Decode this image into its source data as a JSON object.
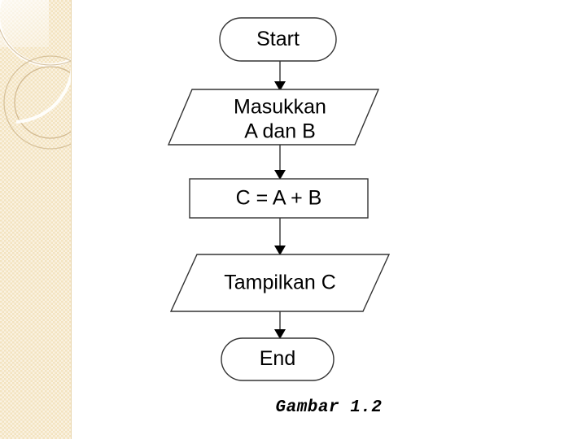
{
  "slide": {
    "background_color": "#ffffff",
    "sidebar": {
      "color": "#f3e3bf",
      "accent_color": "#e0c896",
      "highlight_color": "#fffaf0"
    }
  },
  "caption": {
    "text": "Gambar 1.2"
  },
  "chart_data": {
    "type": "diagram",
    "diagram_kind": "flowchart",
    "title": "Gambar 1.2",
    "orientation": "top-to-bottom",
    "nodes": [
      {
        "id": "start",
        "label": "Start",
        "shape": "terminator"
      },
      {
        "id": "input",
        "label": "Masukkan\nA dan B",
        "shape": "parallelogram"
      },
      {
        "id": "process",
        "label": "C = A + B",
        "shape": "rectangle"
      },
      {
        "id": "output",
        "label": "Tampilkan C",
        "shape": "parallelogram"
      },
      {
        "id": "end",
        "label": "End",
        "shape": "terminator"
      }
    ],
    "edges": [
      {
        "from": "start",
        "to": "input"
      },
      {
        "from": "input",
        "to": "process"
      },
      {
        "from": "process",
        "to": "output"
      },
      {
        "from": "output",
        "to": "end"
      }
    ]
  },
  "flow": {
    "start_label": "Start",
    "input_line1": "Masukkan",
    "input_line2": "A dan B",
    "process_label": "C = A + B",
    "output_label": "Tampilkan C",
    "end_label": "End"
  }
}
